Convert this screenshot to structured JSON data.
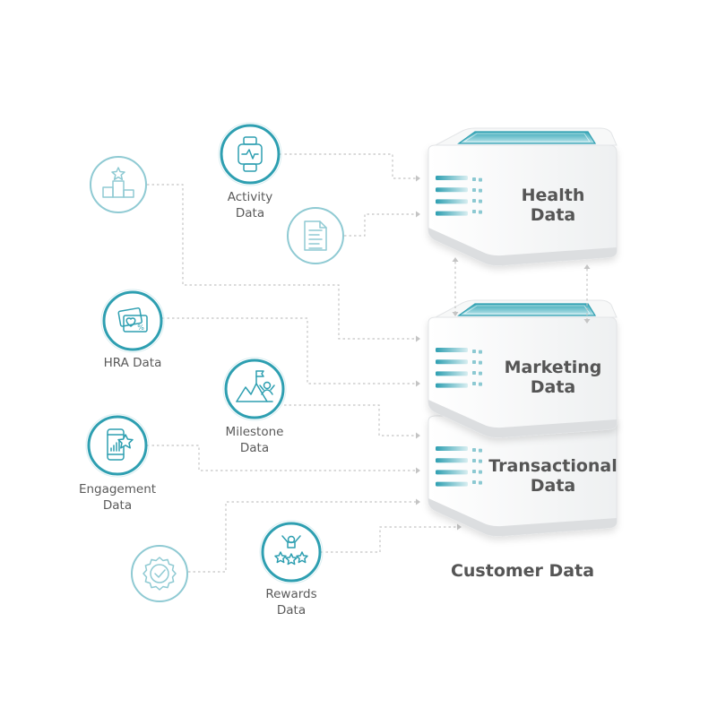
{
  "colors": {
    "teal": "#2e9fb1",
    "teal_light": "#8fcad3",
    "connector": "#c4c4c4",
    "server_face": "#f2f3f4",
    "server_dark": "#d9dadc",
    "text": "#5a5a5a"
  },
  "sources": [
    {
      "id": "activity",
      "icon": "smartwatch-icon",
      "label_lines": [
        "Activity",
        "Data"
      ],
      "style": "solid"
    },
    {
      "id": "leaderboard",
      "icon": "podium-star-icon",
      "label_lines": [],
      "style": "faded"
    },
    {
      "id": "document",
      "icon": "document-icon",
      "label_lines": [],
      "style": "faded"
    },
    {
      "id": "hra",
      "icon": "cards-heart-icon",
      "label_lines": [
        "HRA Data"
      ],
      "style": "solid"
    },
    {
      "id": "milestone",
      "icon": "mountain-flag-icon",
      "label_lines": [
        "Milestone",
        "Data"
      ],
      "style": "solid"
    },
    {
      "id": "engagement",
      "icon": "phone-star-icon",
      "label_lines": [
        "Engagement",
        "Data"
      ],
      "style": "solid"
    },
    {
      "id": "badge",
      "icon": "check-badge-icon",
      "label_lines": [],
      "style": "faded"
    },
    {
      "id": "rewards",
      "icon": "person-stars-icon",
      "label_lines": [
        "Rewards",
        "Data"
      ],
      "style": "solid"
    }
  ],
  "servers": [
    {
      "id": "health",
      "label_lines": [
        "Health",
        "Data"
      ]
    },
    {
      "id": "marketing",
      "label_lines": [
        "Marketing",
        "Data"
      ]
    },
    {
      "id": "transactional",
      "label_lines": [
        "Transactional",
        "Data"
      ]
    }
  ],
  "stack_title": "Customer Data"
}
